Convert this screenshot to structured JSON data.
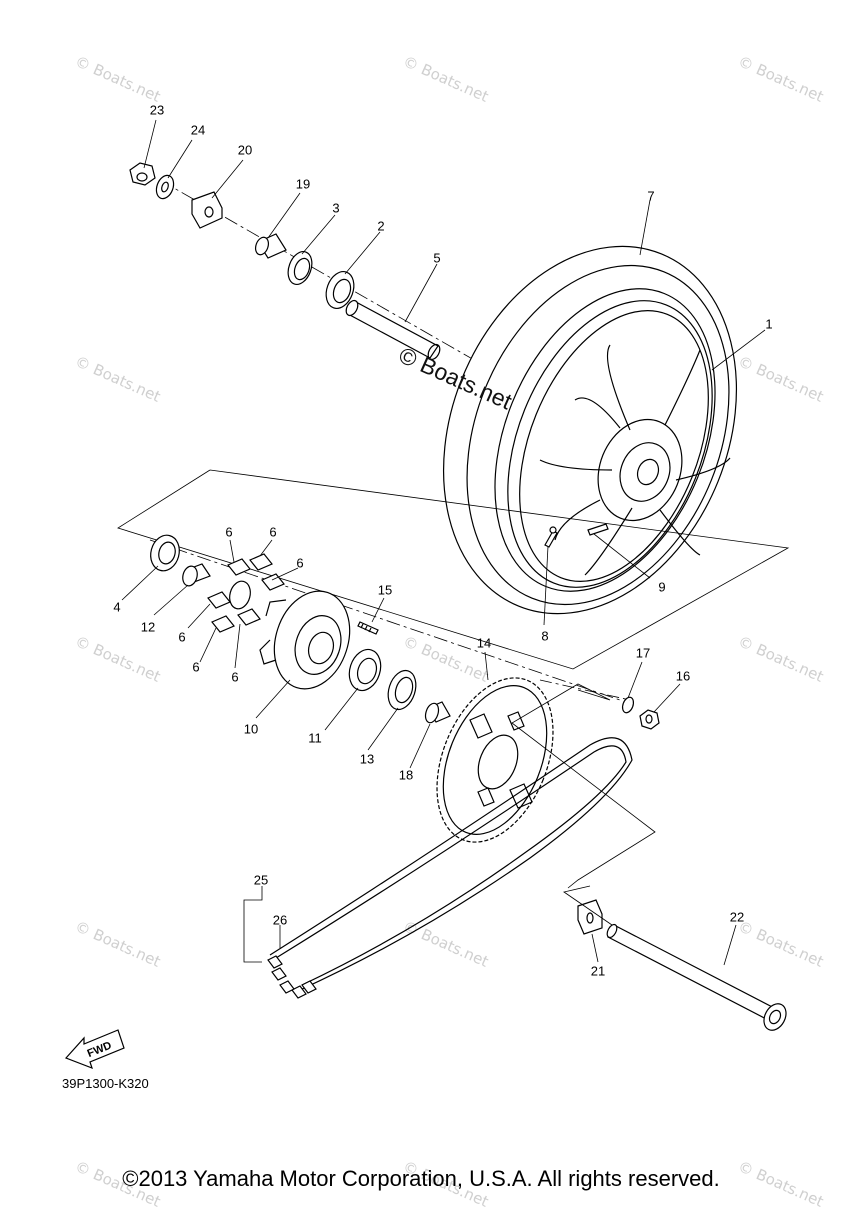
{
  "diagram": {
    "part_code": "39P1300-K320",
    "copyright": "©2013 Yamaha Motor Corporation, U.S.A. All rights reserved.",
    "watermark": "© Boats.net",
    "fwd_label": "FWD",
    "callouts": {
      "c1": "1",
      "c2": "2",
      "c3": "3",
      "c4": "4",
      "c5": "5",
      "c6": "6",
      "c7": "7",
      "c8": "8",
      "c9": "9",
      "c10": "10",
      "c11": "11",
      "c12": "12",
      "c13": "13",
      "c14": "14",
      "c15": "15",
      "c16": "16",
      "c17": "17",
      "c18": "18",
      "c19": "19",
      "c20": "20",
      "c21": "21",
      "c22": "22",
      "c23": "23",
      "c24": "24",
      "c25": "25",
      "c26": "26"
    }
  }
}
